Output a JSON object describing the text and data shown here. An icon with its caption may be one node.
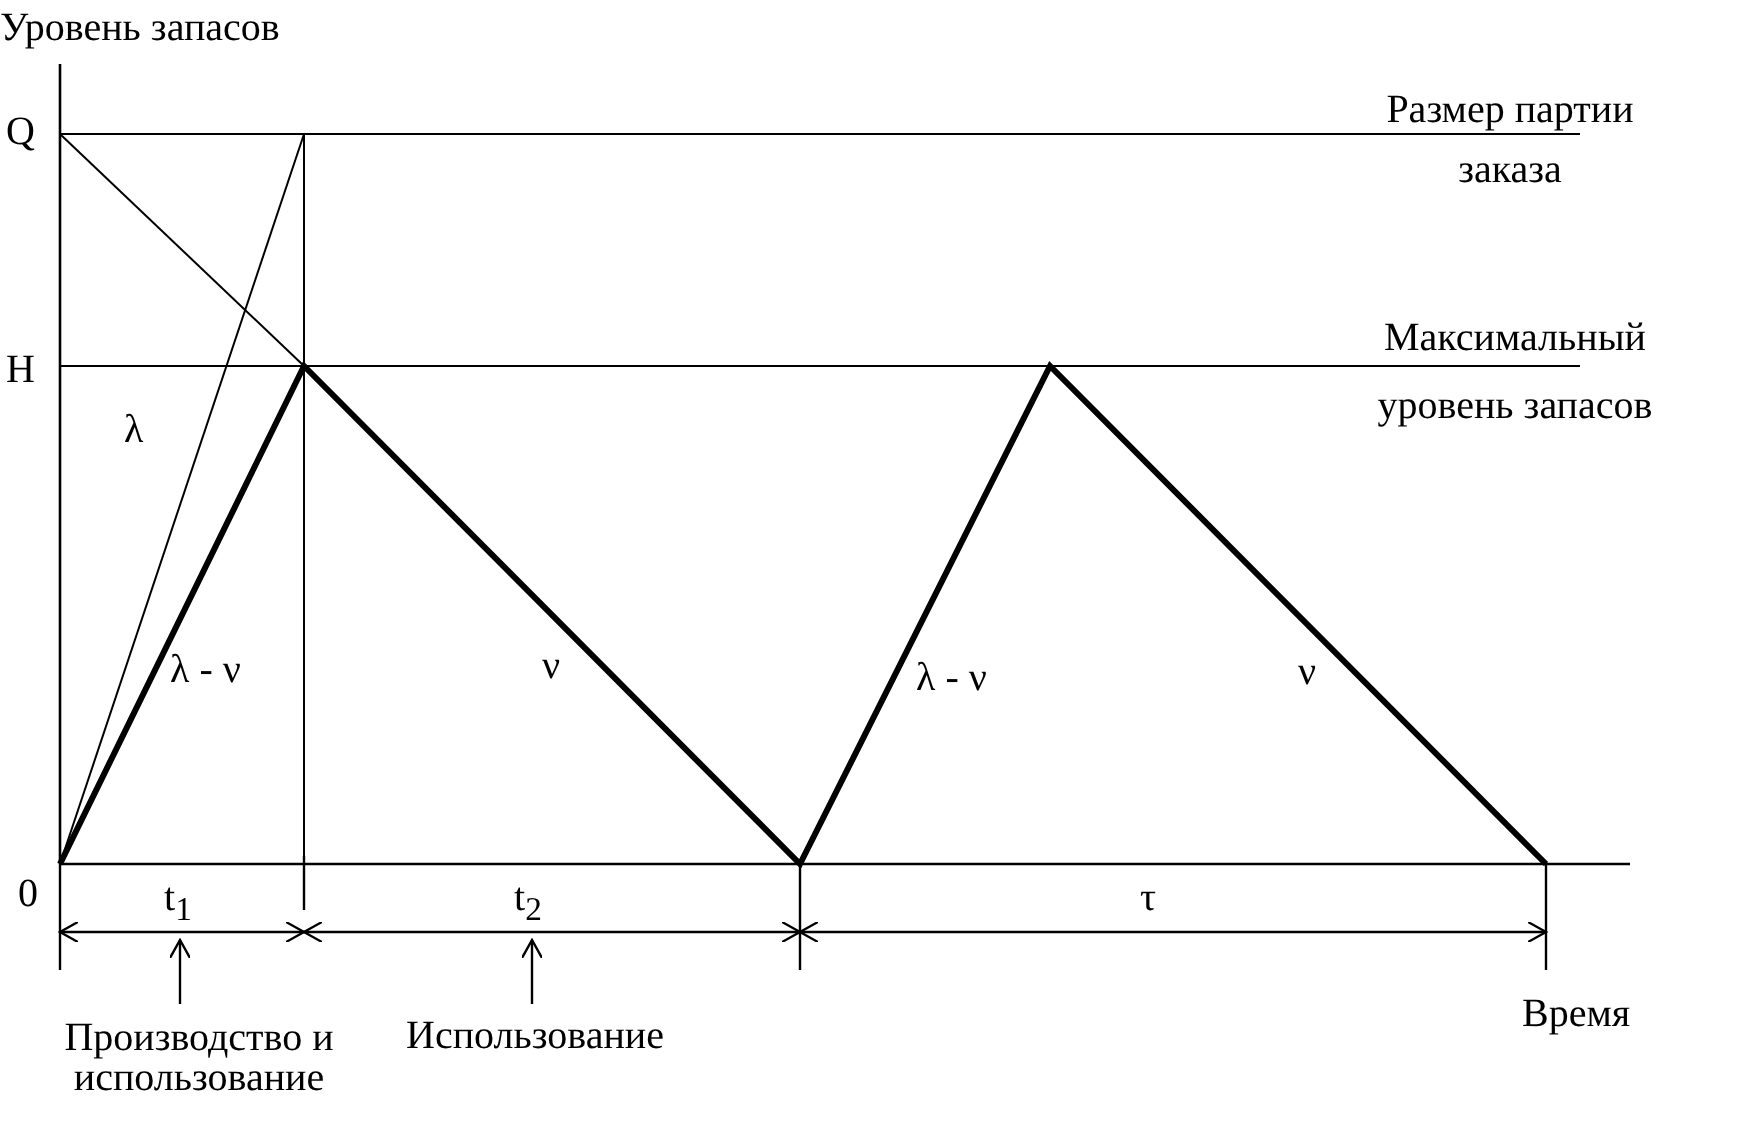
{
  "diagram": {
    "labels": [
      "Уровень запасов",
      "Q",
      "Размер партии заказа",
      "H",
      "Максимальный уровень запасов",
      "λ",
      "λ - ν",
      "ν",
      "λ - ν",
      "ν",
      "0",
      "t$_{1}$",
      "t$_{2}$",
      "τ",
      "Время",
      "Производство и использование",
      "Использование"
    ]
  }
}
